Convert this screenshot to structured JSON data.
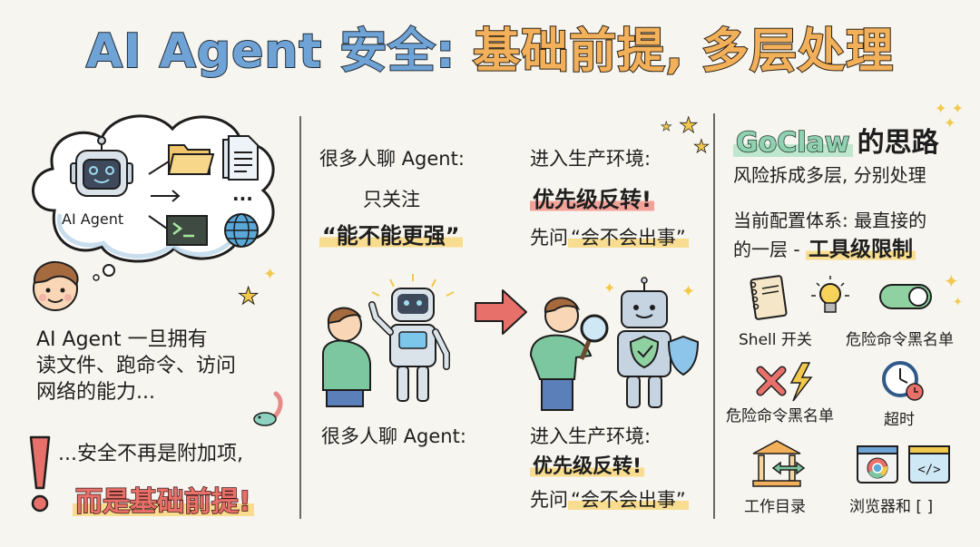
{
  "title": {
    "part_blue": "AI Agent 安全:",
    "part_orange": "基础前提, 多层处理"
  },
  "left_panel": {
    "thought_bubble": {
      "robot_label": "AI Agent",
      "icons": [
        "folder-icon",
        "document-icon",
        "terminal-icon",
        "globe-icon"
      ],
      "ellipsis": "..."
    },
    "statement_line1": "AI Agent 一旦拥有",
    "statement_line2": "读文件、跑命令、访问",
    "statement_line3": "网络的能力...",
    "conclusion_line1": "...安全不再是附加项,",
    "conclusion_line2": "而是基础前提!"
  },
  "middle_panel": {
    "left_heading": "很多人聊 Agent:",
    "left_sub": "只关注",
    "left_quote": "“能不能更强”",
    "right_heading": "进入生产环境:",
    "right_emphasis": "优先级反转!",
    "right_prefix": "先问",
    "right_quote": "“会不会出事”",
    "bottom_left_heading": "很多人聊 Agent:",
    "bottom_right_heading": "进入生产环境:",
    "bottom_right_emphasis": "优先级反转!",
    "bottom_right_prefix": "先问",
    "bottom_right_quote": "“会不会出事”"
  },
  "right_panel": {
    "heading_brand": "GoClaw",
    "heading_rest": "的思路",
    "line1": "风险拆成多层, 分别处理",
    "line2": "当前配置体系: 最直接的",
    "line3_prefix": "的一层 - ",
    "line3_emphasis": "工具级限制",
    "items": [
      {
        "label": "Shell 开关",
        "icon": "notebook-icon"
      },
      {
        "label": "危险命令黑名单",
        "icon": "toggle-switch-icon"
      },
      {
        "label": "危险命令黑名单",
        "icon": "cross-lightning-icon"
      },
      {
        "label": "超时",
        "icon": "clock-icon"
      },
      {
        "label": "工作目录",
        "icon": "building-arrows-icon"
      },
      {
        "label": "浏览器和 [ ]",
        "icon": "browser-code-icon"
      }
    ]
  },
  "colors": {
    "background": "#f7f5ef",
    "title_blue": "#6fa3d6",
    "title_orange": "#f2b05a",
    "accent_red": "#e8706a",
    "accent_green": "#8fd1b0",
    "highlight_yellow": "#f8dc8f"
  }
}
